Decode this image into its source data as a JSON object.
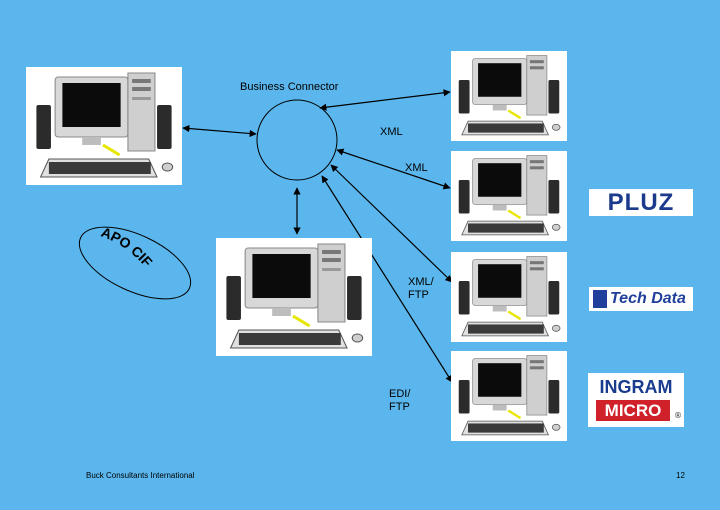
{
  "labels": {
    "business_connector": "Business Connector",
    "xml1": "XML",
    "xml2": "XML",
    "xml_ftp_1": "XML/",
    "xml_ftp_2": "FTP",
    "edi_ftp_1": "EDI/",
    "edi_ftp_2": "FTP",
    "apo_cif": "APO CIF"
  },
  "logos": {
    "pluz": "PLUZ",
    "techdata": "Tech Data",
    "ingram": "INGRAM",
    "micro": "MICRO"
  },
  "footer": {
    "company": "Buck Consultants International",
    "page": "12"
  },
  "colors": {
    "background": "#5bb6ed",
    "pluz_blue": "#1b3a8c",
    "techdata_blue": "#1f3f9a",
    "ingram_blue": "#1a3c8f",
    "micro_red": "#d0202a"
  }
}
